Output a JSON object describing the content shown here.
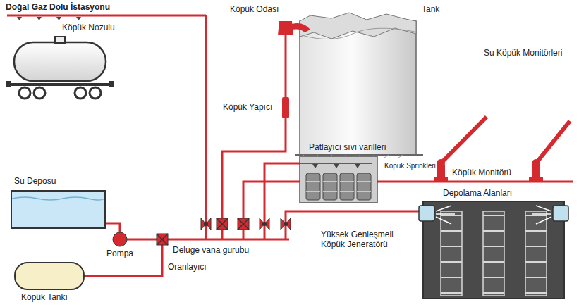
{
  "diagram": {
    "nodes": [
      {
        "text": [
          "Su Deposu"
        ]
      },
      {
        "text": [
          "Pompa"
        ]
      },
      {
        "text": [
          "Köpük Tankı"
        ]
      },
      {
        "text": [
          "Oranlayıcı"
        ]
      }
    ],
    "edges": [
      {
        "from": 0,
        "to": 1,
        "arrow": "none"
      },
      {
        "from": 1,
        "to": 3,
        "arrow": "none"
      },
      {
        "from": 2,
        "to": 3,
        "arrow": "none"
      }
    ],
    "labels": [
      "Doğal Gaz Dolu İstasyonu",
      "Köpük Nozulu",
      "Köpük Odası",
      "Tank",
      "Köpük Yapıcı",
      "Su Köpük Monitörleri",
      "Patlayıcı sıvı varilleri",
      "Köpük Sprinkleri",
      "Köpük Monitörü",
      "Depolama Alanları",
      "Deluge vana gurubu",
      "Yüksek Genleşmeli Köpük Jeneratörü"
    ]
  }
}
